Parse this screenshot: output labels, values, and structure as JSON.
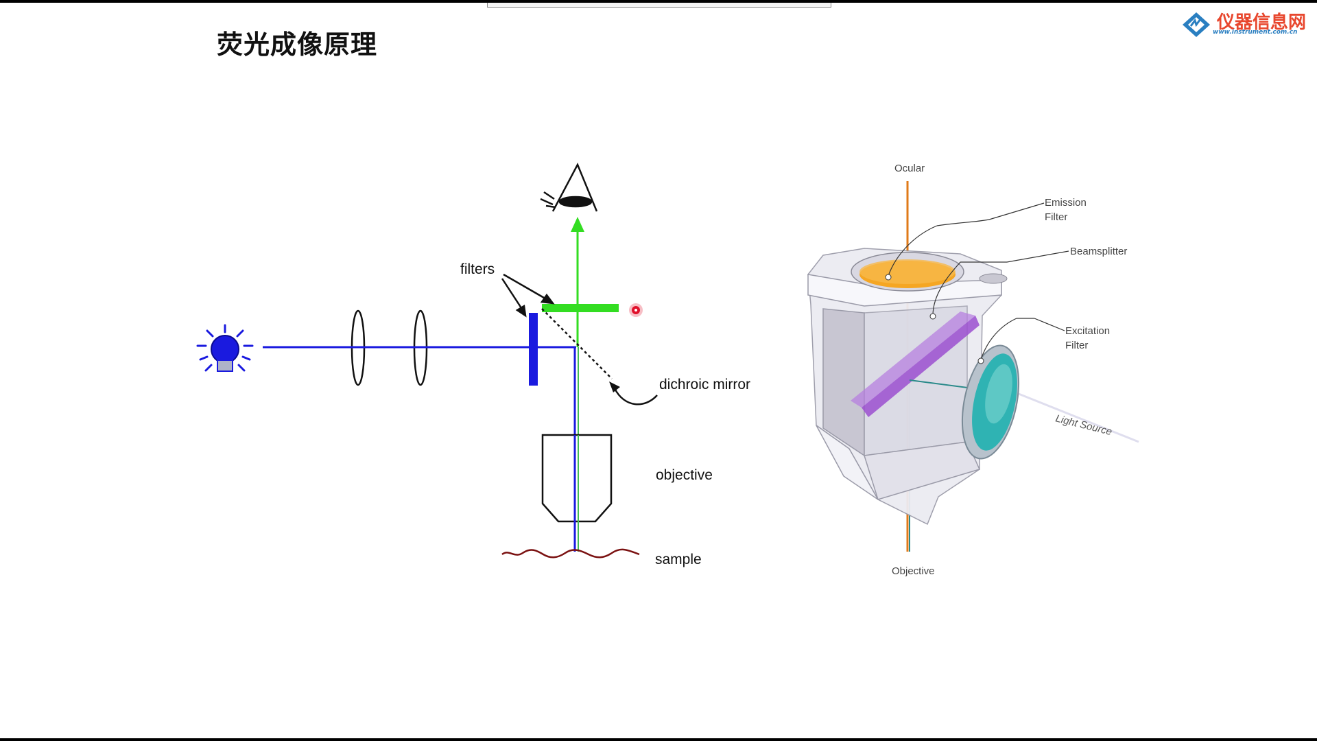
{
  "slide": {
    "title": "荧光成像原理",
    "logo": {
      "name": "仪器信息网",
      "url": "www.instrument.com.cn"
    }
  },
  "left_diagram": {
    "labels": {
      "filters": "filters",
      "dichroic_mirror": "dichroic mirror",
      "objective": "objective",
      "sample": "sample"
    },
    "colors": {
      "excitation": "#1a1adf",
      "emission": "#33dd22",
      "sample_line": "#7a1010",
      "pointer": "#e0102a"
    }
  },
  "right_diagram": {
    "labels": {
      "ocular": "Ocular",
      "emission_filter_1": "Emission",
      "emission_filter_2": "Filter",
      "beamsplitter": "Beamsplitter",
      "excitation_filter_1": "Excitation",
      "excitation_filter_2": "Filter",
      "light_source": "Light Source",
      "objective": "Objective"
    },
    "colors": {
      "emission_filter": "#f5a623",
      "beamsplitter": "#9b4fd0",
      "excitation_filter": "#2fb3b3",
      "ocular_beam": "#e07a18",
      "excitation_beam": "#2a8a8a"
    }
  }
}
